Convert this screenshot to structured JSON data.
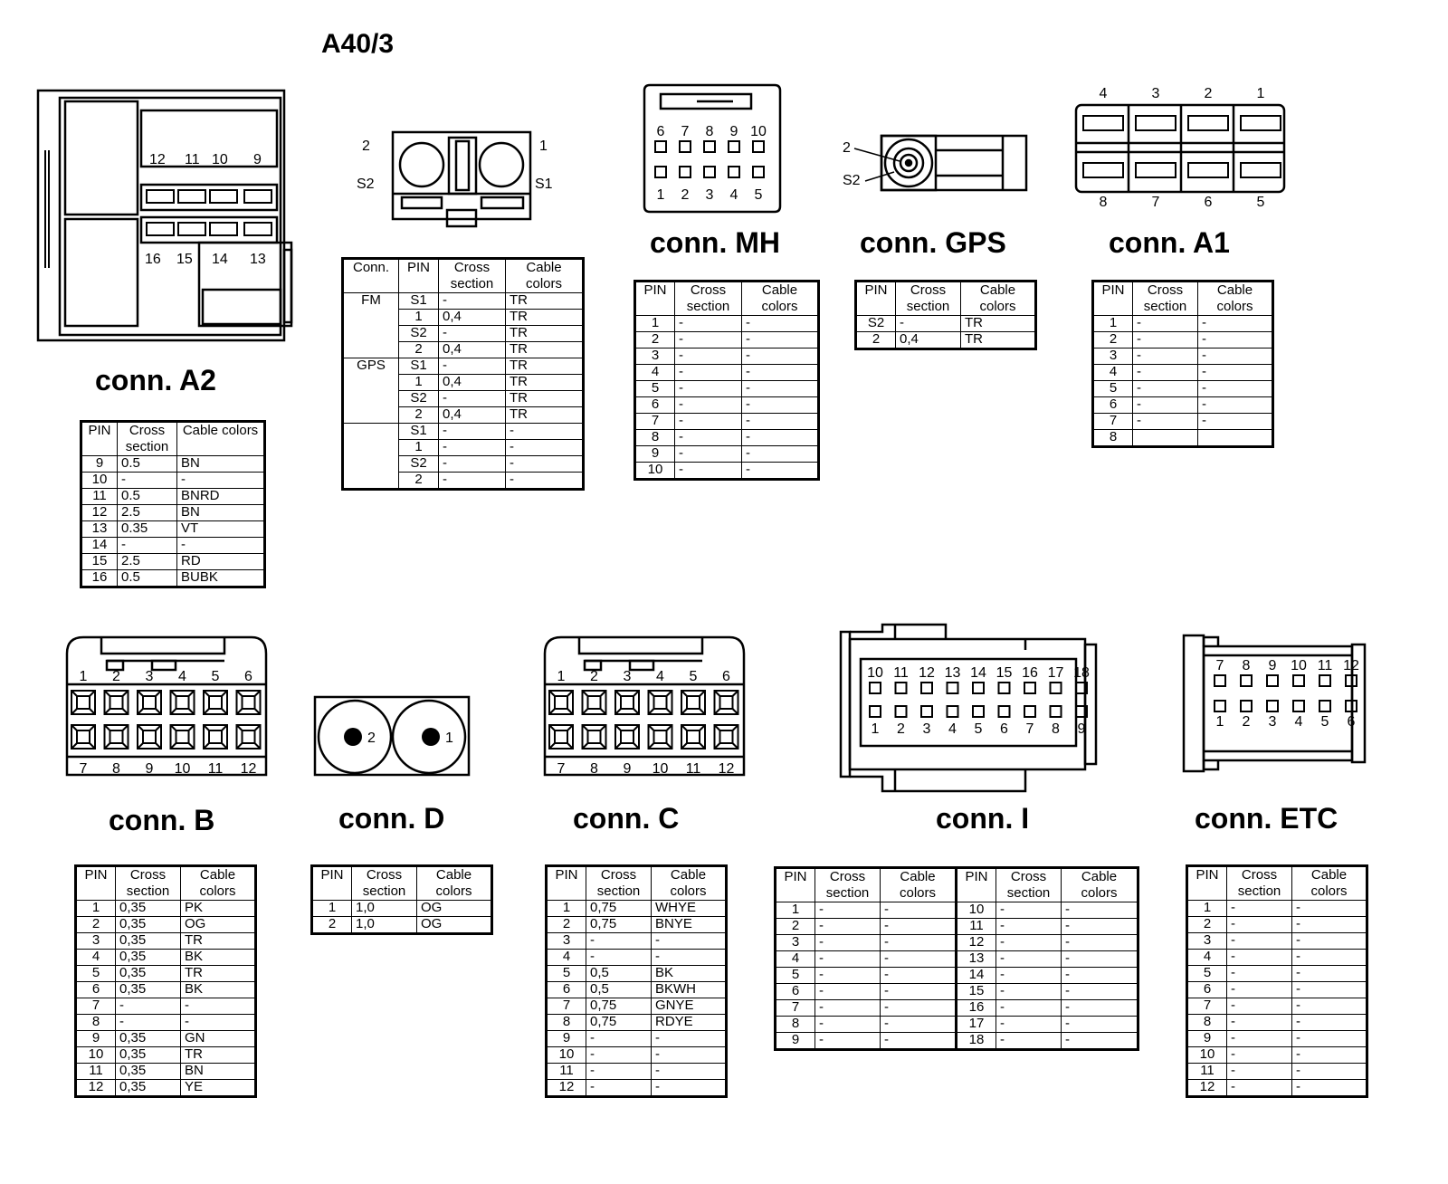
{
  "main_title": "A40/3",
  "headers": {
    "pin": "PIN",
    "cross": "Cross section",
    "colors": "Cable colors",
    "conn": "Conn."
  },
  "connectors": {
    "A2": {
      "title": "conn. A2",
      "pin_labels_top": [
        "12",
        "11",
        "10",
        "9"
      ],
      "pin_labels_bottom": [
        "16",
        "15",
        "14",
        "13"
      ],
      "rows": [
        [
          "9",
          "0.5",
          "BN"
        ],
        [
          "10",
          "-",
          "-"
        ],
        [
          "11",
          "0.5",
          "BNRD"
        ],
        [
          "12",
          "2.5",
          "BN"
        ],
        [
          "13",
          "0.35",
          "VT"
        ],
        [
          "14",
          "-",
          "-"
        ],
        [
          "15",
          "2.5",
          "RD"
        ],
        [
          "16",
          "0.5",
          "BUBK"
        ]
      ]
    },
    "FMGPS": {
      "labels": {
        "left_top": "2",
        "left_bottom": "S2",
        "right_top": "1",
        "right_bottom": "S1"
      },
      "groups": [
        {
          "conn": "FM",
          "rows": [
            [
              "S1",
              "-",
              "TR"
            ],
            [
              "1",
              "0,4",
              "TR"
            ],
            [
              "S2",
              "-",
              "TR"
            ],
            [
              "2",
              "0,4",
              "TR"
            ]
          ]
        },
        {
          "conn": "GPS",
          "rows": [
            [
              "S1",
              "-",
              "TR"
            ],
            [
              "1",
              "0,4",
              "TR"
            ],
            [
              "S2",
              "-",
              "TR"
            ],
            [
              "2",
              "0,4",
              "TR"
            ]
          ]
        },
        {
          "conn": "",
          "rows": [
            [
              "S1",
              "-",
              "-"
            ],
            [
              "1",
              "-",
              "-"
            ],
            [
              "S2",
              "-",
              "-"
            ],
            [
              "2",
              "-",
              "-"
            ]
          ]
        }
      ]
    },
    "MH": {
      "title": "conn. MH",
      "pins_top": [
        "6",
        "7",
        "8",
        "9",
        "10"
      ],
      "pins_bottom": [
        "1",
        "2",
        "3",
        "4",
        "5"
      ],
      "rows": [
        [
          "1",
          "-",
          "-"
        ],
        [
          "2",
          "-",
          "-"
        ],
        [
          "3",
          "-",
          "-"
        ],
        [
          "4",
          "-",
          "-"
        ],
        [
          "5",
          "-",
          "-"
        ],
        [
          "6",
          "-",
          "-"
        ],
        [
          "7",
          "-",
          "-"
        ],
        [
          "8",
          "-",
          "-"
        ],
        [
          "9",
          "-",
          "-"
        ],
        [
          "10",
          "-",
          "-"
        ]
      ]
    },
    "GPS": {
      "title": "conn. GPS",
      "labels": [
        "2",
        "S2"
      ],
      "rows": [
        [
          "S2",
          "-",
          "TR"
        ],
        [
          "2",
          "0,4",
          "TR"
        ]
      ]
    },
    "A1": {
      "title": "conn. A1",
      "pins_top": [
        "4",
        "3",
        "2",
        "1"
      ],
      "pins_bottom": [
        "8",
        "7",
        "6",
        "5"
      ],
      "rows": [
        [
          "1",
          "-",
          "-"
        ],
        [
          "2",
          "-",
          "-"
        ],
        [
          "3",
          "-",
          "-"
        ],
        [
          "4",
          "-",
          "-"
        ],
        [
          "5",
          "-",
          "-"
        ],
        [
          "6",
          "-",
          "-"
        ],
        [
          "7",
          "-",
          "-"
        ],
        [
          "8",
          "",
          ""
        ]
      ]
    },
    "B": {
      "title": "conn. B",
      "pins_top": [
        "1",
        "2",
        "3",
        "4",
        "5",
        "6"
      ],
      "pins_bottom": [
        "7",
        "8",
        "9",
        "10",
        "11",
        "12"
      ],
      "rows": [
        [
          "1",
          "0,35",
          "PK"
        ],
        [
          "2",
          "0,35",
          "OG"
        ],
        [
          "3",
          "0,35",
          "TR"
        ],
        [
          "4",
          "0,35",
          "BK"
        ],
        [
          "5",
          "0,35",
          "TR"
        ],
        [
          "6",
          "0,35",
          "BK"
        ],
        [
          "7",
          "-",
          "-"
        ],
        [
          "8",
          "-",
          "-"
        ],
        [
          "9",
          "0,35",
          "GN"
        ],
        [
          "10",
          "0,35",
          "TR"
        ],
        [
          "11",
          "0,35",
          "BN"
        ],
        [
          "12",
          "0,35",
          "YE"
        ]
      ]
    },
    "D": {
      "title": "conn. D",
      "pins": [
        "2",
        "1"
      ],
      "rows": [
        [
          "1",
          "1,0",
          "OG"
        ],
        [
          "2",
          "1,0",
          "OG"
        ]
      ]
    },
    "C": {
      "title": "conn. C",
      "pins_top": [
        "1",
        "2",
        "3",
        "4",
        "5",
        "6"
      ],
      "pins_bottom": [
        "7",
        "8",
        "9",
        "10",
        "11",
        "12"
      ],
      "rows": [
        [
          "1",
          "0,75",
          "WHYE"
        ],
        [
          "2",
          "0,75",
          "BNYE"
        ],
        [
          "3",
          "-",
          "-"
        ],
        [
          "4",
          "-",
          "-"
        ],
        [
          "5",
          "0,5",
          "BK"
        ],
        [
          "6",
          "0,5",
          "BKWH"
        ],
        [
          "7",
          "0,75",
          "GNYE"
        ],
        [
          "8",
          "0,75",
          "RDYE"
        ],
        [
          "9",
          "-",
          "-"
        ],
        [
          "10",
          "-",
          "-"
        ],
        [
          "11",
          "-",
          "-"
        ],
        [
          "12",
          "-",
          "-"
        ]
      ]
    },
    "I": {
      "title": "conn. I",
      "pins_top": [
        "10",
        "11",
        "12",
        "13",
        "14",
        "15",
        "16",
        "17",
        "18"
      ],
      "pins_bottom": [
        "1",
        "2",
        "3",
        "4",
        "5",
        "6",
        "7",
        "8",
        "9"
      ],
      "rows": [
        [
          "1",
          "-",
          "-",
          "10",
          "-",
          "-"
        ],
        [
          "2",
          "-",
          "-",
          "11",
          "-",
          "-"
        ],
        [
          "3",
          "-",
          "-",
          "12",
          "-",
          "-"
        ],
        [
          "4",
          "-",
          "-",
          "13",
          "-",
          "-"
        ],
        [
          "5",
          "-",
          "-",
          "14",
          "-",
          "-"
        ],
        [
          "6",
          "-",
          "-",
          "15",
          "-",
          "-"
        ],
        [
          "7",
          "-",
          "-",
          "16",
          "-",
          "-"
        ],
        [
          "8",
          "-",
          "-",
          "17",
          "-",
          "-"
        ],
        [
          "9",
          "-",
          "-",
          "18",
          "-",
          "-"
        ]
      ]
    },
    "ETC": {
      "title": "conn. ETC",
      "pins_top": [
        "7",
        "8",
        "9",
        "10",
        "11",
        "12"
      ],
      "pins_bottom": [
        "1",
        "2",
        "3",
        "4",
        "5",
        "6"
      ],
      "rows": [
        [
          "1",
          "-",
          "-"
        ],
        [
          "2",
          "-",
          "-"
        ],
        [
          "3",
          "-",
          "-"
        ],
        [
          "4",
          "-",
          "-"
        ],
        [
          "5",
          "-",
          "-"
        ],
        [
          "6",
          "-",
          "-"
        ],
        [
          "7",
          "-",
          "-"
        ],
        [
          "8",
          "-",
          "-"
        ],
        [
          "9",
          "-",
          "-"
        ],
        [
          "10",
          "-",
          "-"
        ],
        [
          "11",
          "-",
          "-"
        ],
        [
          "12",
          "-",
          "-"
        ]
      ]
    }
  }
}
